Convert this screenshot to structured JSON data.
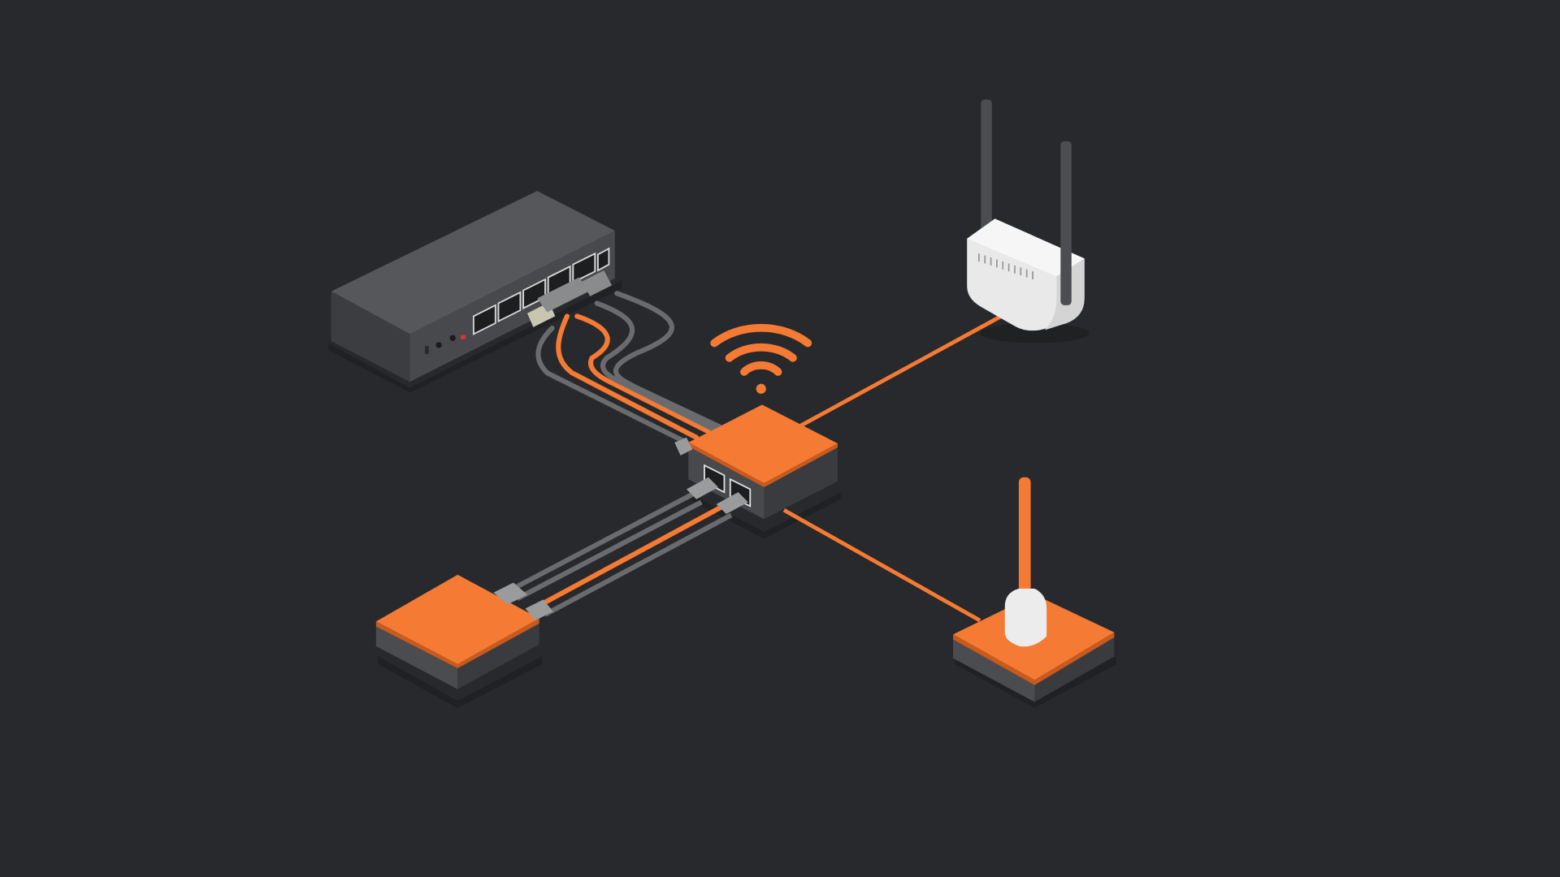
{
  "scene": {
    "subject": "network-topology-illustration",
    "colors": {
      "background": "#27292c",
      "accent": "#f57a33",
      "device_dark": "#55575a",
      "device_side": "#3f4144",
      "cable_gray": "#6a6b6d",
      "router_white": "#ececec"
    },
    "devices": [
      {
        "name": "network-switch",
        "ports": 6
      },
      {
        "name": "central-hub"
      },
      {
        "name": "wireless-router",
        "antennas": 2
      },
      {
        "name": "left-access-pad"
      },
      {
        "name": "right-access-pad-with-antenna"
      }
    ],
    "icons": [
      "wifi-icon"
    ]
  }
}
